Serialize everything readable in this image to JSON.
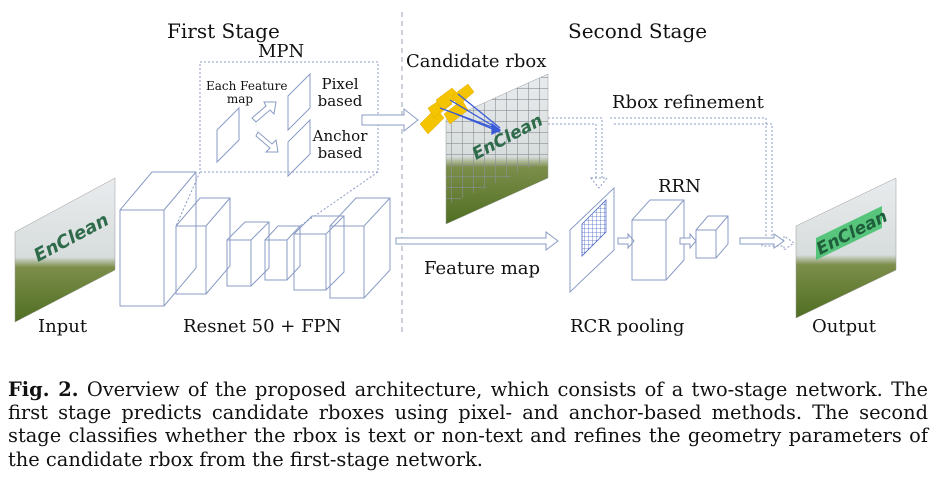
{
  "stage_titles": {
    "first": "First Stage",
    "second": "Second Stage"
  },
  "mpn": {
    "title": "MPN",
    "feature_map_label_line1": "Each Feature",
    "feature_map_label_line2": "map",
    "pixel_line1": "Pixel",
    "pixel_line2": "based",
    "anchor_line1": "Anchor",
    "anchor_line2": "based"
  },
  "labels": {
    "candidate_rbox": "Candidate rbox",
    "rbox_refinement": "Rbox refinement",
    "rrn": "RRN",
    "feature_map": "Feature map",
    "input": "Input",
    "backbone": "Resnet 50 + FPN",
    "rcr_pooling": "RCR pooling",
    "output": "Output"
  },
  "photo_text": "EnClean",
  "caption": {
    "prefix": "Fig. 2.",
    "text": "Overview of the proposed architecture, which consists of a two-stage network. The first stage predicts candidate rboxes using pixel- and anchor-based methods. The second stage classifies whether the rbox is text or non-text and refines the geometry parameters of the candidate rbox from the first-stage network."
  },
  "colors": {
    "block_stroke": "#8a9bc4",
    "arrow_stroke": "#8a9bc4",
    "anchor_yellow": "#f5c400",
    "text_box_green": "#3fbf6a",
    "grass": "#5a7a2a"
  }
}
